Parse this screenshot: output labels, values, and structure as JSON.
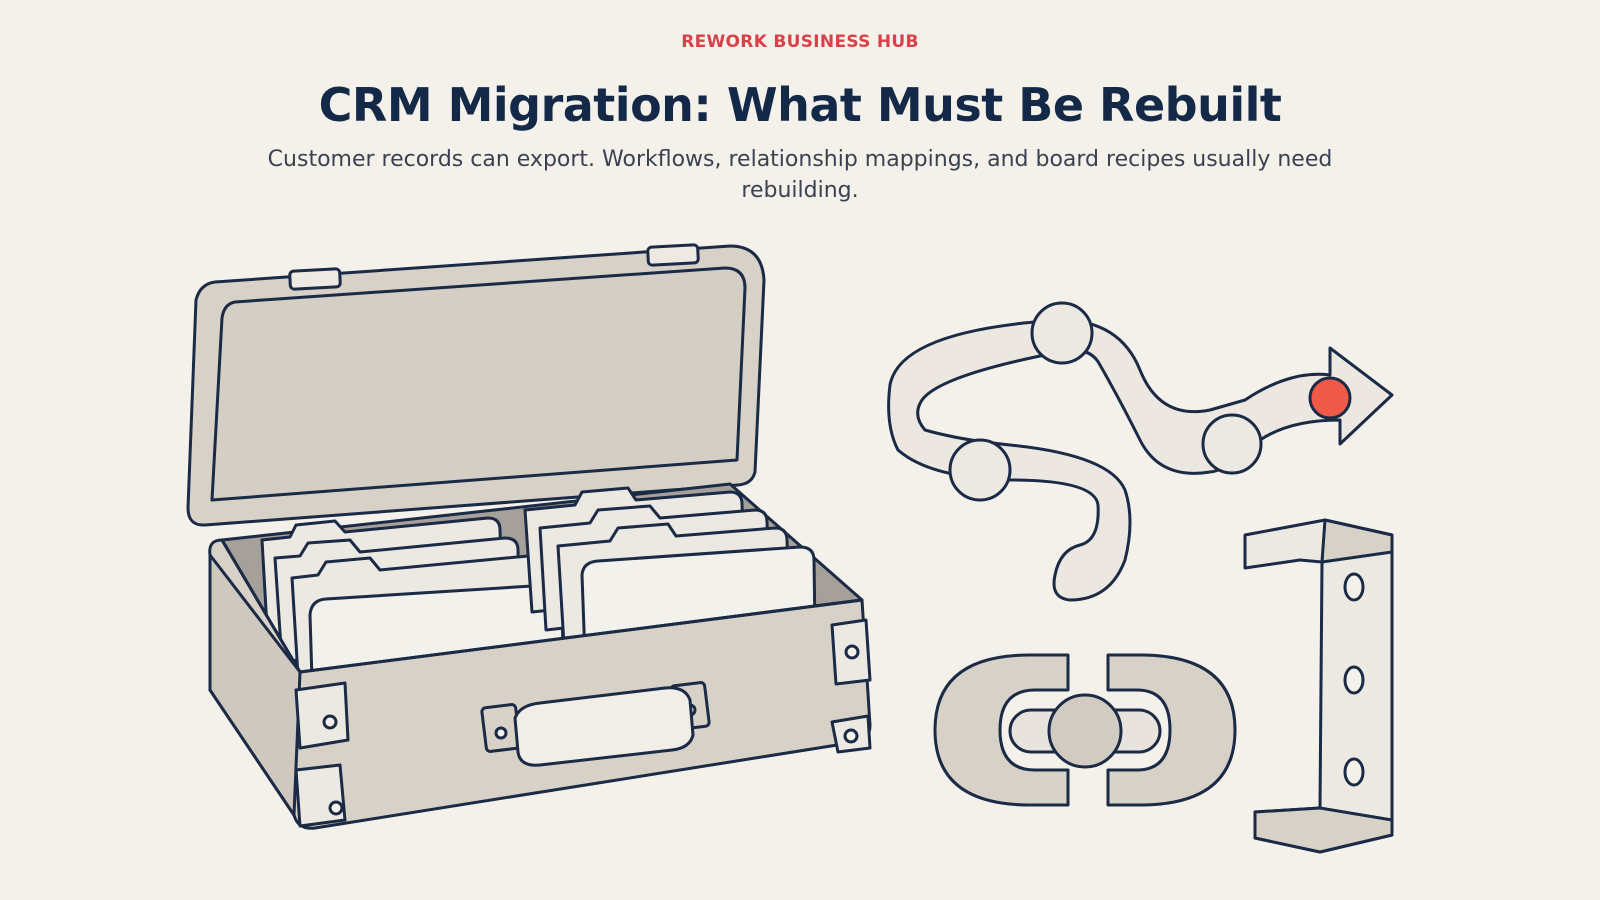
{
  "header": {
    "eyebrow": "REWORK BUSINESS HUB",
    "title": "CRM Migration: What Must Be Rebuilt",
    "subtitle": "Customer records can export. Workflows, relationship mappings, and board recipes usually need rebuilding."
  },
  "colors": {
    "background": "#f4f1ea",
    "accent": "#d9414a",
    "title": "#142848",
    "outline": "#1b2a45",
    "fill_gray": "#d8d1c8",
    "fill_light": "#f1eee8",
    "highlight_dot": "#ef5a48"
  },
  "illustration": {
    "icons": [
      "open-briefcase-with-file-folders-icon",
      "workflow-arrow-path-icon",
      "interlocking-link-icon",
      "mounting-bracket-icon"
    ]
  }
}
